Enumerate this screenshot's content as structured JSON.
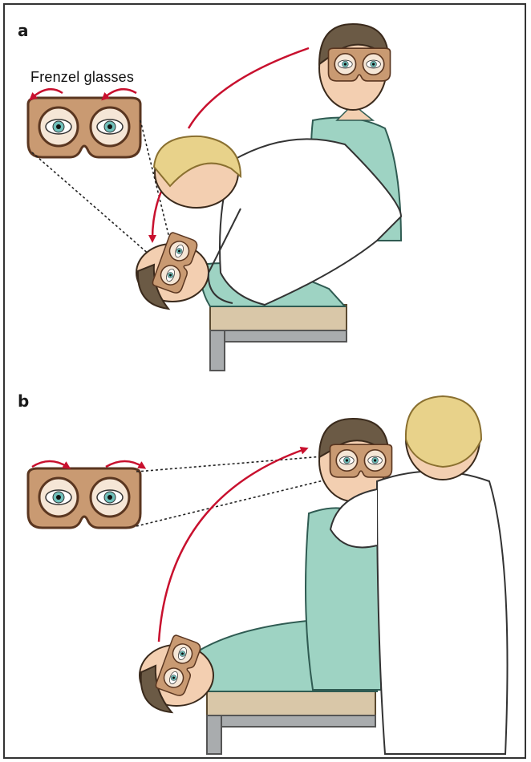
{
  "figure": {
    "panel_a_label": "a",
    "panel_b_label": "b",
    "glasses_caption": "Frenzel glasses"
  },
  "colors": {
    "frame": "#333333",
    "arrow": "#c8102e",
    "goggle": "#c99a72",
    "goggle_dark": "#7a4a2a",
    "iris": "#6fc0bb",
    "gown": "#9ed3c3",
    "hair": "#6b5a45",
    "blond_hair": "#e8d28a",
    "skin": "#f3cfb1",
    "coat": "#ffffff",
    "table": "#d9c7a8",
    "table_leg": "#a9acae"
  }
}
